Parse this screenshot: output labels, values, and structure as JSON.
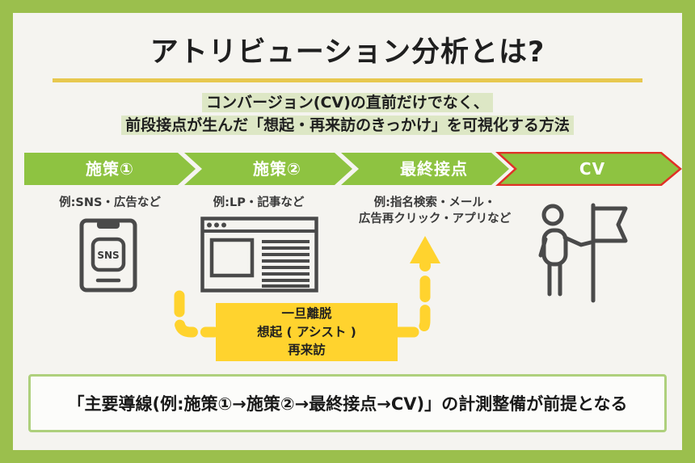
{
  "title": "アトリビューション分析とは?",
  "subtitle": {
    "line1": "コンバージョン(CV)の直前だけでなく、",
    "line2": "前段接点が生んだ「想起・再来訪のきっかけ」を可視化する方法"
  },
  "flow": {
    "steps": [
      {
        "label": "施策①",
        "example": "例:SNS・広告など",
        "icon": "smartphone-sns-icon"
      },
      {
        "label": "施策②",
        "example": "例:LP・記事など",
        "icon": "browser-article-icon"
      },
      {
        "label": "最終接点",
        "example": "例:指名検索・メール・",
        "example2": "広告再クリック・アプリなど",
        "icon": "up-arrow-icon"
      },
      {
        "label": "CV",
        "example": "",
        "icon": "person-flag-icon",
        "highlighted": true
      }
    ],
    "phone_label": "SNS"
  },
  "assist_box": {
    "line1": "一旦離脱",
    "line2": "想起 ( アシスト )",
    "line3": "再来訪"
  },
  "footer": {
    "text": "「主要導線(例:施策①→施策②→最終接点→CV)」の計測整備が前提となる"
  },
  "colors": {
    "frame_green": "#9bbf4d",
    "background": "#f5f4f0",
    "chevron_green": "#8ec341",
    "cv_outline_red": "#e03127",
    "title_underline_gold": "#e7c84f",
    "subtitle_highlight_green": "#dde7c5",
    "assist_yellow": "#ffd32e",
    "icon_gray": "#4a4a4a",
    "footer_border_green": "#aed07c",
    "text_black": "#1f1f1f"
  }
}
